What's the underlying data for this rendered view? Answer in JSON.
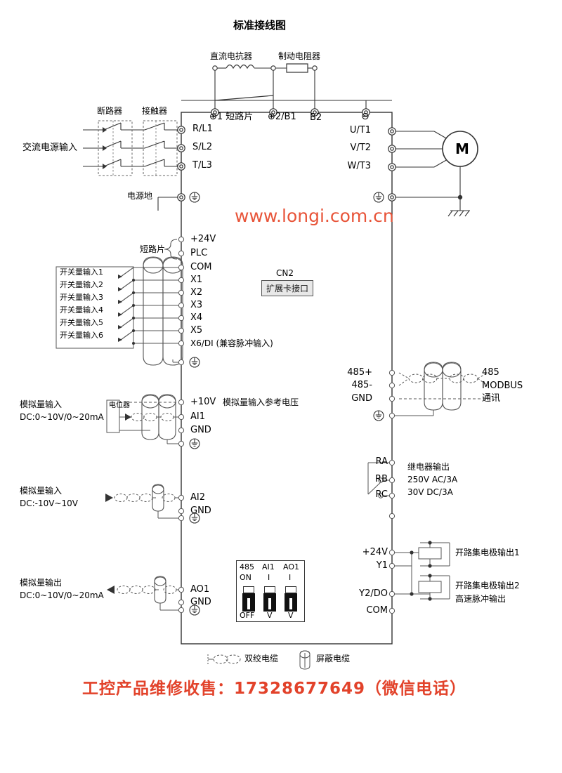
{
  "title": "标准接线图",
  "watermark": "www.longi.com.cn",
  "footer_note": "工控产品维修收售：17328677649（微信电话）",
  "top_power": {
    "dc_reactor": "直流电抗器",
    "brake_resistor": "制动电阻器",
    "terminals": [
      {
        "name": "plus1",
        "label": "⊕1 短路片"
      },
      {
        "name": "plus2b1",
        "label": "⊕2/B1"
      },
      {
        "name": "b2",
        "label": "B2"
      },
      {
        "name": "minus",
        "label": "⊖"
      }
    ]
  },
  "input_side": {
    "source_label": "交流电源输入",
    "breaker": "断路器",
    "contactor": "接触器",
    "terminals": [
      "R/L1",
      "S/L2",
      "T/L3"
    ],
    "power_ground": "电源地"
  },
  "output_side": {
    "terminals": [
      "U/T1",
      "V/T2",
      "W/T3"
    ],
    "motor": "M"
  },
  "expansion": {
    "connector": "CN2",
    "label": "扩展卡接口"
  },
  "digital_inputs": {
    "jumper_label": "短路片",
    "top_terminals": [
      "+24V",
      "PLC",
      "COM"
    ],
    "channels": [
      {
        "source": "开关量输入1",
        "terminal": "X1"
      },
      {
        "source": "开关量输入2",
        "terminal": "X2"
      },
      {
        "source": "开关量输入3",
        "terminal": "X3"
      },
      {
        "source": "开关量输入4",
        "terminal": "X4"
      },
      {
        "source": "开关量输入5",
        "terminal": "X5"
      },
      {
        "source": "开关量输入6",
        "terminal": "X6/DI (兼容脉冲输入)"
      }
    ]
  },
  "analog_in1": {
    "title": "模拟量输入",
    "range": "DC:0~10V/0~20mA",
    "pot_label": "电位器",
    "terminals": [
      "+10V",
      "AI1",
      "GND"
    ],
    "ref_note": "模拟量输入参考电压"
  },
  "analog_in2": {
    "title": "模拟量输入",
    "range": "DC:-10V~10V",
    "terminals": [
      "AI2",
      "GND"
    ]
  },
  "analog_out": {
    "title": "模拟量输出",
    "range": "DC:0~10V/0~20mA",
    "terminals": [
      "AO1",
      "GND"
    ]
  },
  "dip_switch": {
    "top_labels": [
      "485",
      "AI1",
      "AO1"
    ],
    "on_label": "ON",
    "off_label": "OFF",
    "on_positions": [
      "",
      "I",
      "I"
    ],
    "off_positions": [
      "",
      "V",
      "V"
    ]
  },
  "comm_485": {
    "terminals": [
      "485+",
      "485-",
      "GND"
    ],
    "bus_lines": [
      "485",
      "MODBUS",
      "通讯"
    ]
  },
  "relay_output": {
    "terminals": [
      "RA",
      "RB",
      "RC"
    ],
    "desc_lines": [
      "继电器输出",
      "250V AC/3A",
      "30V  DC/3A"
    ]
  },
  "transistor_output": {
    "terminals": [
      "+24V",
      "Y1",
      "Y2/DO",
      "COM"
    ],
    "desc1": "开路集电极输出1",
    "desc2a": "开路集电极输出2",
    "desc2b": "高速脉冲输出"
  },
  "legend": {
    "twisted": "双绞电缆",
    "shielded": "屏蔽电缆"
  }
}
